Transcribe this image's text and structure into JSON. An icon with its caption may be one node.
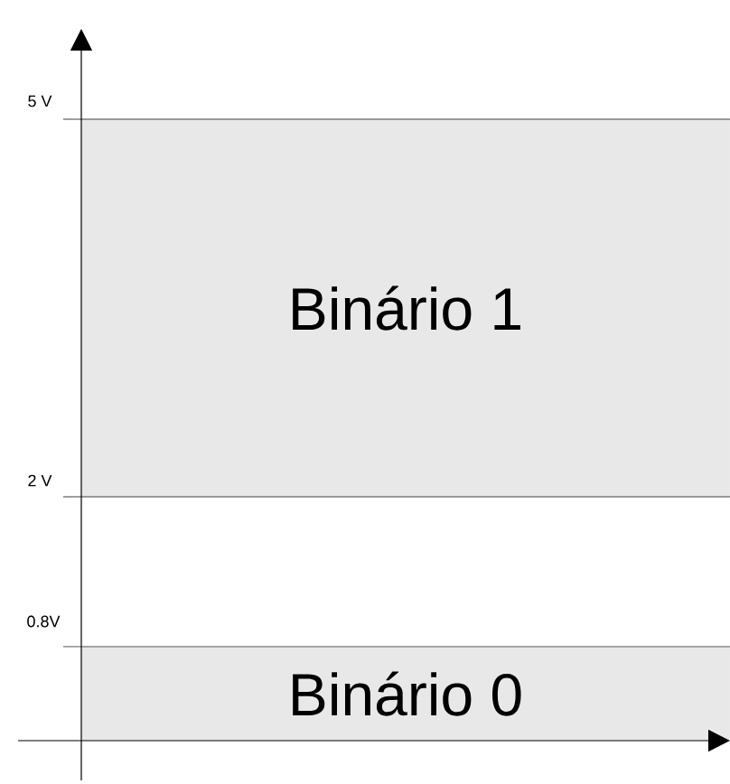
{
  "diagram": {
    "nodes": [
      {
        "text": [
          "Binário 1"
        ]
      },
      {
        "text": [
          "Binário 0"
        ]
      }
    ],
    "labels": [
      "5 V",
      "2 V",
      "0.8V"
    ]
  }
}
